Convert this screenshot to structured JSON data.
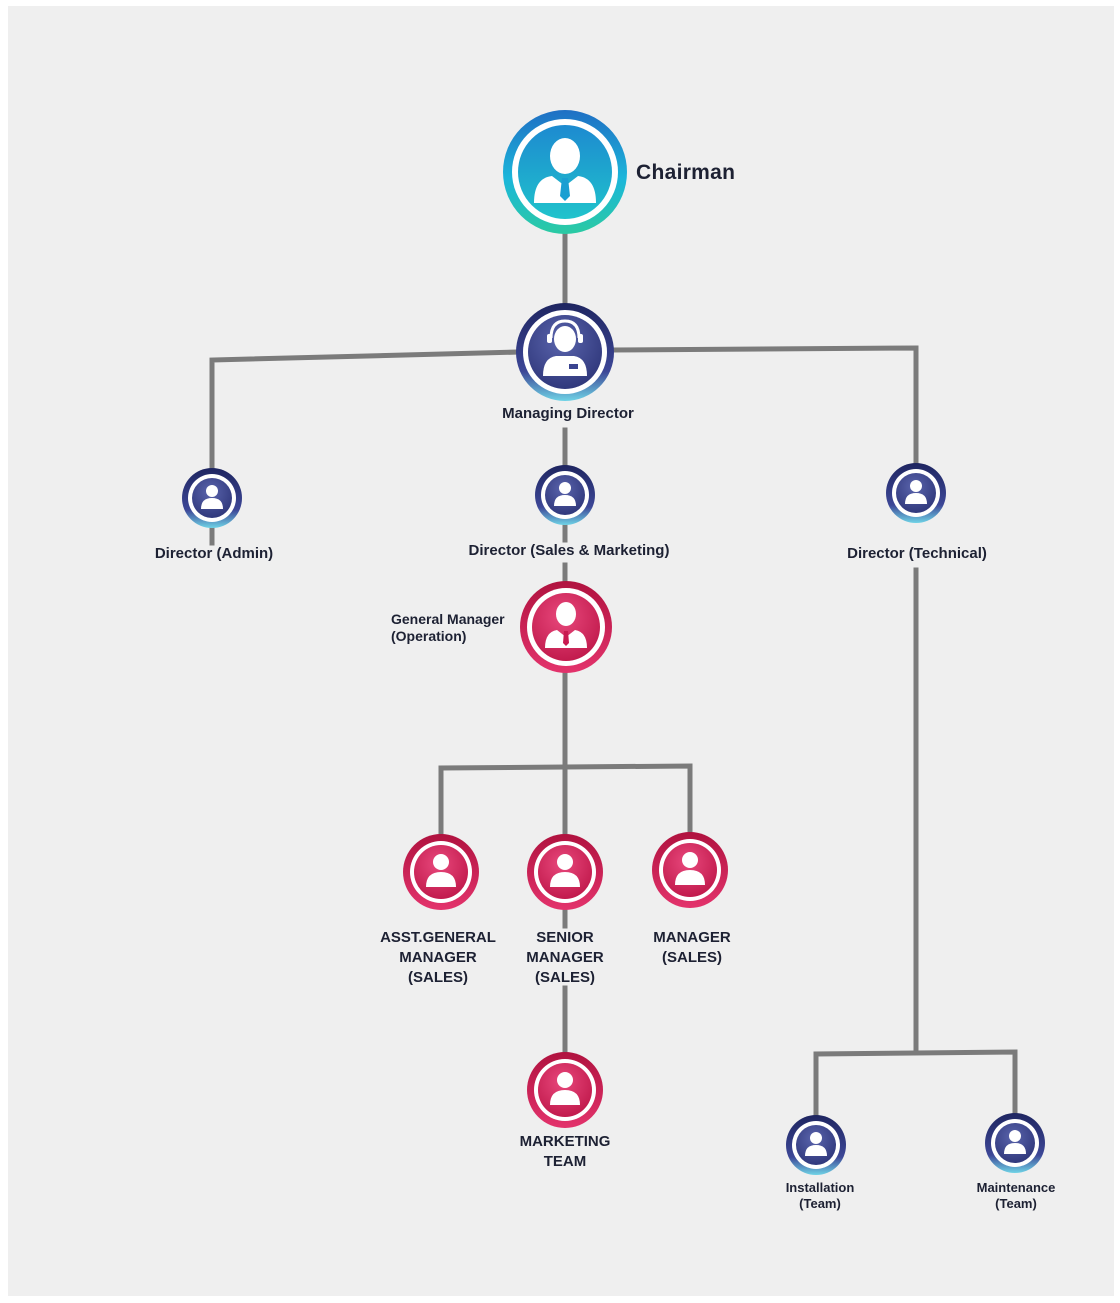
{
  "colors": {
    "connector": "#7b7b7b",
    "navy": "#2b3474",
    "navy_light": "#5660a8",
    "crimson": "#c2134a",
    "crimson_light": "#e04677",
    "cyan": "#1ab8d9",
    "teal": "#27c9a8",
    "blue": "#2a72c6",
    "icon": "#ffffff"
  },
  "nodes": {
    "chairman": {
      "label": "Chairman",
      "icon": "businessman-icon"
    },
    "managing_director": {
      "label": "Managing Director",
      "icon": "headset-person-icon"
    },
    "director_admin": {
      "label": "Director (Admin)",
      "icon": "person-icon"
    },
    "director_sales": {
      "label": "Director (Sales & Marketing)",
      "icon": "person-icon"
    },
    "director_technical": {
      "label": "Director (Technical)",
      "icon": "person-icon"
    },
    "general_manager": {
      "label_line1": "General Manager",
      "label_line2": "(Operation)",
      "icon": "businessman-icon"
    },
    "asst_general_manager": {
      "label_line1": "ASST.GENERAL",
      "label_line2": "MANAGER",
      "label_line3": "(SALES)",
      "icon": "person-icon"
    },
    "senior_manager": {
      "label_line1": "SENIOR",
      "label_line2": "MANAGER",
      "label_line3": "(SALES)",
      "icon": "person-icon"
    },
    "manager_sales": {
      "label_line1": "MANAGER",
      "label_line2": "(SALES)",
      "icon": "person-icon"
    },
    "marketing_team": {
      "label_line1": "MARKETING",
      "label_line2": "TEAM",
      "icon": "person-icon"
    },
    "installation_team": {
      "label_line1": "Installation",
      "label_line2": "(Team)",
      "icon": "person-icon"
    },
    "maintenance_team": {
      "label_line1": "Maintenance",
      "label_line2": "(Team)",
      "icon": "person-icon"
    }
  }
}
